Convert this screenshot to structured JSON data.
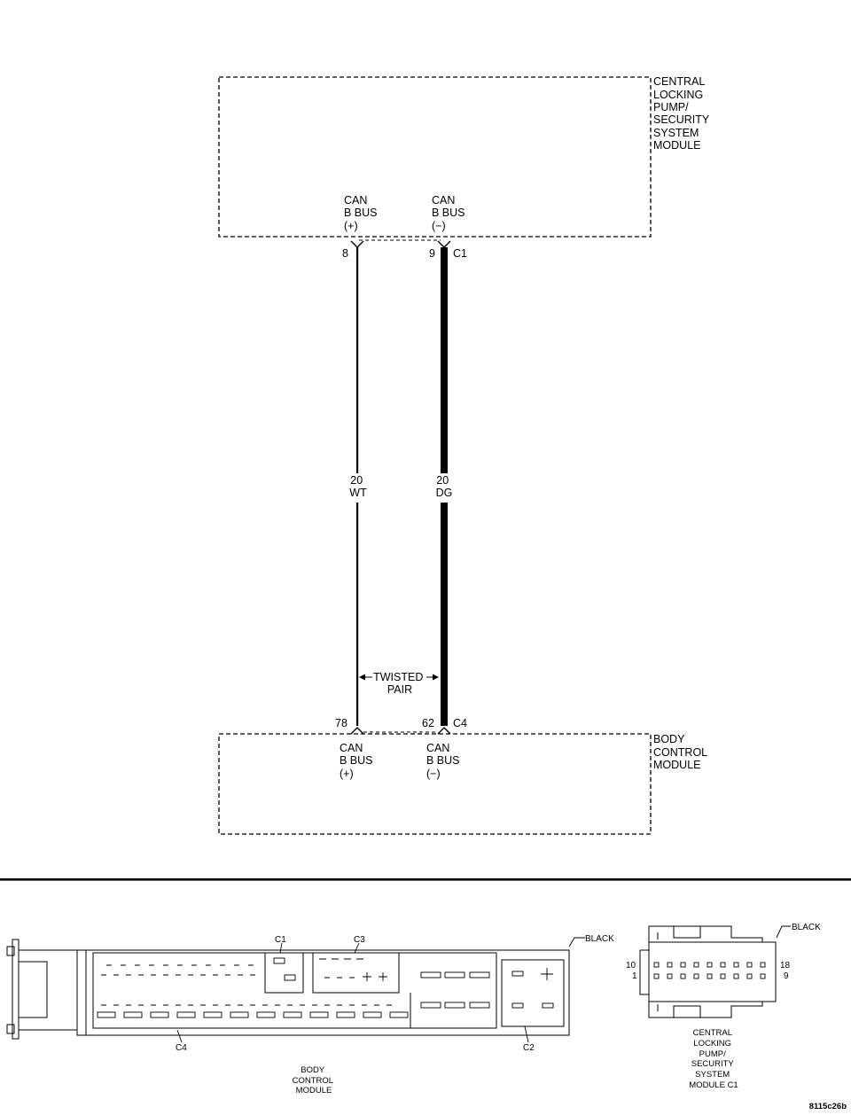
{
  "modules": {
    "top": {
      "name_lines": [
        "CENTRAL",
        "LOCKING",
        "PUMP/",
        "SECURITY",
        "SYSTEM",
        "MODULE"
      ]
    },
    "bottom": {
      "name_lines": [
        "BODY",
        "CONTROL",
        "MODULE"
      ]
    }
  },
  "pins": {
    "top_plus": {
      "lines": [
        "CAN",
        "B BUS",
        "(+)"
      ],
      "cavity": "8"
    },
    "top_minus": {
      "lines": [
        "CAN",
        "B BUS",
        "(−)"
      ],
      "cavity": "9",
      "connector": "C1"
    },
    "bot_plus": {
      "lines": [
        "CAN",
        "B BUS",
        "(+)"
      ],
      "cavity": "78"
    },
    "bot_minus": {
      "lines": [
        "CAN",
        "B BUS",
        "(−)"
      ],
      "cavity": "62",
      "connector": "C4"
    }
  },
  "wires": {
    "plus": {
      "gauge": "20",
      "color": "WT"
    },
    "minus": {
      "gauge": "20",
      "color": "DG"
    }
  },
  "twisted_pair": [
    "TWISTED",
    "PAIR"
  ],
  "connector_views": {
    "bcm": {
      "color_label": "BLACK",
      "c1": "C1",
      "c2": "C2",
      "c3": "C3",
      "c4": "C4",
      "title_lines": [
        "BODY",
        "CONTROL",
        "MODULE"
      ]
    },
    "clp": {
      "color_label": "BLACK",
      "pin_10": "10",
      "pin_1": "1",
      "pin_18": "18",
      "pin_9": "9",
      "title_lines": [
        "CENTRAL",
        "LOCKING",
        "PUMP/",
        "SECURITY",
        "SYSTEM",
        "MODULE C1"
      ]
    }
  },
  "figure_id": "8115c26b"
}
